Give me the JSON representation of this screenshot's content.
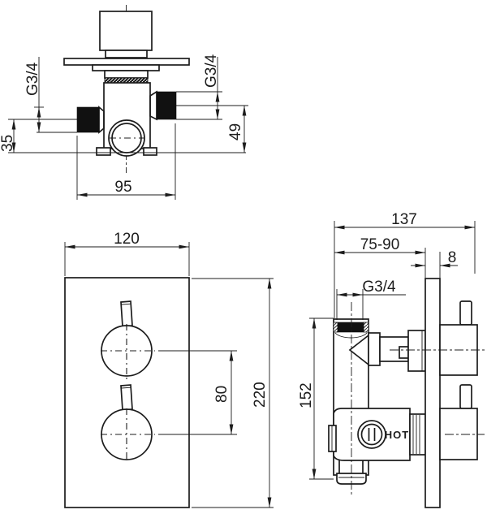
{
  "drawing": {
    "background": "#ffffff",
    "line_color": "#1c1c1c",
    "valve_front": {
      "thread_left": "G3/4",
      "thread_right": "G3/4",
      "dim_left_port_height": "35",
      "dim_right_port_height": "49",
      "dim_port_span": "95"
    },
    "trim_front": {
      "dim_width": "120",
      "dim_height": "220",
      "dim_handle_spacing": "80"
    },
    "valve_side": {
      "dim_total_depth": "137",
      "dim_wall_range": "75-90",
      "dim_plate_thickness": "8",
      "thread": "G3/4",
      "dim_body_height": "152",
      "hot_port_label": "HOT"
    }
  }
}
